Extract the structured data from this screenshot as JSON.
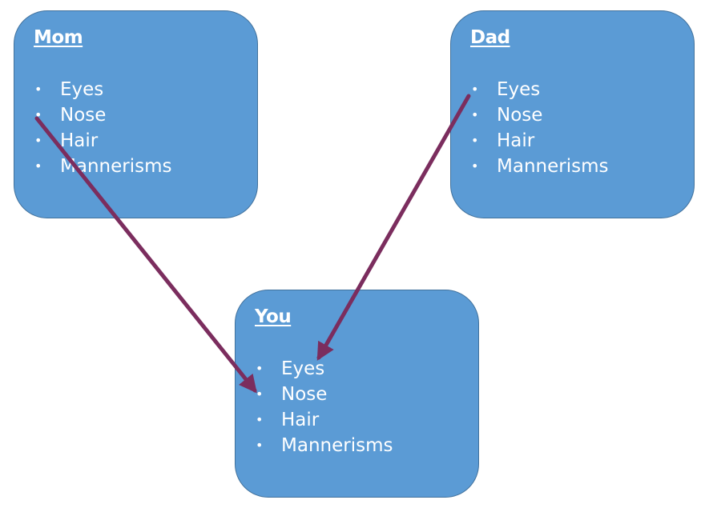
{
  "diagram": {
    "nodes": [
      {
        "id": "mom",
        "title": "Mom",
        "traits": [
          "Eyes",
          "Nose",
          "Hair",
          "Mannerisms"
        ]
      },
      {
        "id": "dad",
        "title": "Dad",
        "traits": [
          "Eyes",
          "Nose",
          "Hair",
          "Mannerisms"
        ]
      },
      {
        "id": "you",
        "title": "You",
        "traits": [
          "Eyes",
          "Nose",
          "Hair",
          "Mannerisms"
        ]
      }
    ],
    "edges": [
      {
        "from": "mom",
        "from_trait": "Nose",
        "to": "you",
        "to_trait": "Nose"
      },
      {
        "from": "dad",
        "from_trait": "Eyes",
        "to": "you",
        "to_trait": "Eyes"
      }
    ],
    "colors": {
      "box_fill": "#5b9bd5",
      "box_border": "#41719c",
      "text": "#ffffff",
      "arrow": "#7b2d5e"
    }
  }
}
